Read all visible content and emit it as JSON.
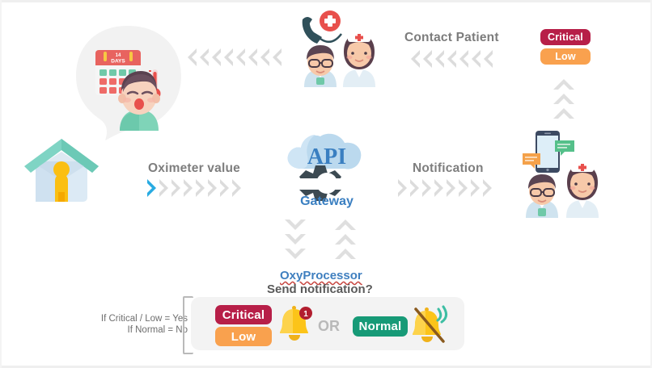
{
  "diagram": {
    "title": "Remote patient oximeter monitoring flow",
    "labels": {
      "oximeter_value": "Oximeter value",
      "notification": "Notification",
      "contact_patient": "Contact Patient",
      "gateway": "Gateway",
      "api": "API",
      "oxy_processor": "OxyProcessor",
      "send_notification": "Send notification?",
      "or": "OR"
    },
    "condition_rules": {
      "line1": "If Critical / Low = Yes",
      "line2": "If Normal = No"
    },
    "badges": {
      "top_right": [
        {
          "label": "Critical",
          "color": "#B71F48"
        },
        {
          "label": "Low",
          "color": "#F9A14E"
        }
      ],
      "panel": [
        {
          "label": "Critical",
          "color": "#B71F48"
        },
        {
          "label": "Low",
          "color": "#F9A14E"
        },
        {
          "label": "Normal",
          "color": "#179A77"
        }
      ]
    },
    "calendar": {
      "number": "14",
      "unit": "DAYS"
    },
    "colors": {
      "accent_blue": "#29ABE2",
      "gateway_blue": "#3A7FC1",
      "chevron_grey": "#DCDCDC",
      "panel_bg": "#F3F3F3",
      "bubble_bg": "#F2F2F2",
      "text_grey": "#7C7C7C",
      "critical": "#B71F48",
      "low": "#F9A14E",
      "normal": "#179A77",
      "bell_yellow": "#FCC419"
    },
    "icons": {
      "patient_bubble": "sick-patient-speech-bubble-icon",
      "calendar": "calendar-14-days-icon",
      "thermometer": "thermometer-icon",
      "house": "home-with-person-icon",
      "api_cloud": "api-cloud-gear-icon",
      "phone_call": "emergency-phone-call-icon",
      "doctor": "doctor-avatar-icon",
      "nurse": "nurse-avatar-icon",
      "smartphone_chat": "smartphone-chat-messages-icon",
      "bell_on": "bell-notification-icon",
      "bell_off": "bell-muted-icon",
      "bell_badge_count": "1"
    },
    "chevrons": {
      "contact_patient_top_left_count": 8,
      "contact_patient_right_count": 7,
      "oximeter_count": 8,
      "notification_count": 8,
      "vertical_right_up_count": 3,
      "center_down_count": 3,
      "center_up_count": 3
    }
  }
}
